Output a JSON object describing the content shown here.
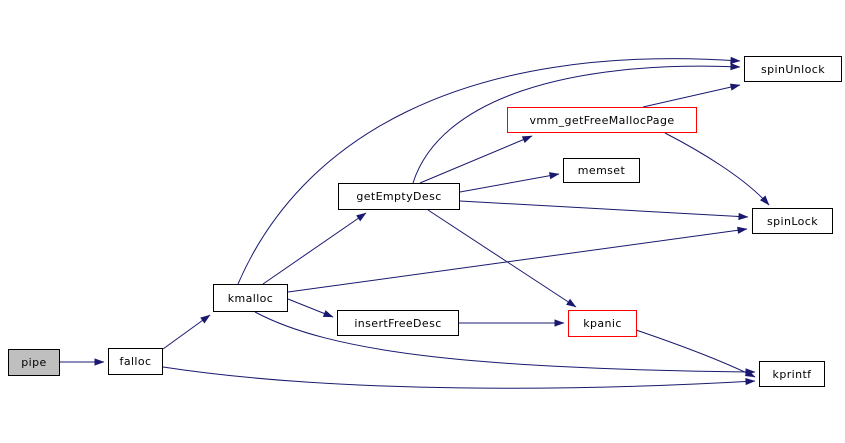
{
  "graph": {
    "type": "call-graph",
    "nodes": [
      {
        "id": "pipe",
        "label": "pipe",
        "kind": "root"
      },
      {
        "id": "falloc",
        "label": "falloc",
        "kind": "function"
      },
      {
        "id": "kmalloc",
        "label": "kmalloc",
        "kind": "function"
      },
      {
        "id": "insertFreeDesc",
        "label": "insertFreeDesc",
        "kind": "function"
      },
      {
        "id": "getEmptyDesc",
        "label": "getEmptyDesc",
        "kind": "function"
      },
      {
        "id": "vmm_getFreeMallocPage",
        "label": "vmm_getFreeMallocPage",
        "kind": "truncated"
      },
      {
        "id": "memset",
        "label": "memset",
        "kind": "function"
      },
      {
        "id": "spinUnlock",
        "label": "spinUnlock",
        "kind": "function"
      },
      {
        "id": "spinLock",
        "label": "spinLock",
        "kind": "function"
      },
      {
        "id": "kpanic",
        "label": "kpanic",
        "kind": "truncated"
      },
      {
        "id": "kprintf",
        "label": "kprintf",
        "kind": "function"
      }
    ],
    "edges": [
      {
        "from": "pipe",
        "to": "falloc"
      },
      {
        "from": "falloc",
        "to": "kmalloc"
      },
      {
        "from": "falloc",
        "to": "kprintf"
      },
      {
        "from": "kmalloc",
        "to": "getEmptyDesc"
      },
      {
        "from": "kmalloc",
        "to": "spinUnlock"
      },
      {
        "from": "kmalloc",
        "to": "spinLock"
      },
      {
        "from": "kmalloc",
        "to": "insertFreeDesc"
      },
      {
        "from": "kmalloc",
        "to": "kprintf"
      },
      {
        "from": "getEmptyDesc",
        "to": "vmm_getFreeMallocPage"
      },
      {
        "from": "getEmptyDesc",
        "to": "memset"
      },
      {
        "from": "getEmptyDesc",
        "to": "spinUnlock"
      },
      {
        "from": "getEmptyDesc",
        "to": "spinLock"
      },
      {
        "from": "getEmptyDesc",
        "to": "kpanic"
      },
      {
        "from": "insertFreeDesc",
        "to": "kpanic"
      },
      {
        "from": "vmm_getFreeMallocPage",
        "to": "spinUnlock"
      },
      {
        "from": "vmm_getFreeMallocPage",
        "to": "spinLock"
      },
      {
        "from": "kpanic",
        "to": "kprintf"
      }
    ],
    "colors": {
      "edge": "#191970",
      "node_border": "#000000",
      "truncated_border": "#ff0000",
      "root_fill": "#bfbfbf",
      "node_fill": "#ffffff",
      "label": "#000000",
      "background": "#ffffff"
    }
  }
}
